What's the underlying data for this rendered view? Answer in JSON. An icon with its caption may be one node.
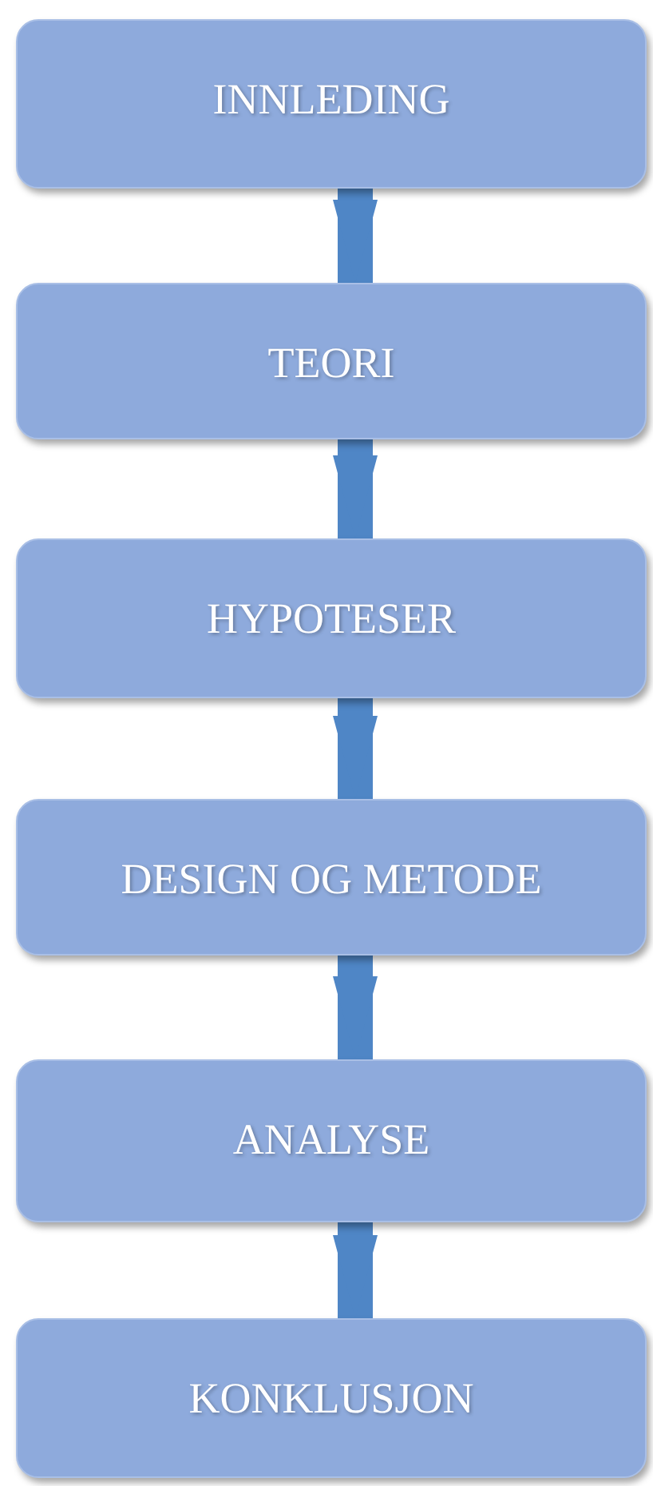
{
  "diagram": {
    "nodes": [
      {
        "text": [
          "INNLEDING"
        ]
      },
      {
        "text": [
          "TEORI"
        ]
      },
      {
        "text": [
          "HYPOTESER"
        ]
      },
      {
        "text": [
          "DESIGN OG METODE"
        ]
      },
      {
        "text": [
          "ANALYSE"
        ]
      },
      {
        "text": [
          "KONKLUSJON"
        ]
      }
    ],
    "edges": [
      {
        "from": 0,
        "to": 1,
        "arrow": "to"
      },
      {
        "from": 1,
        "to": 2,
        "arrow": "to"
      },
      {
        "from": 2,
        "to": 3,
        "arrow": "to"
      },
      {
        "from": 3,
        "to": 4,
        "arrow": "to"
      },
      {
        "from": 4,
        "to": 5,
        "arrow": "to"
      }
    ]
  }
}
